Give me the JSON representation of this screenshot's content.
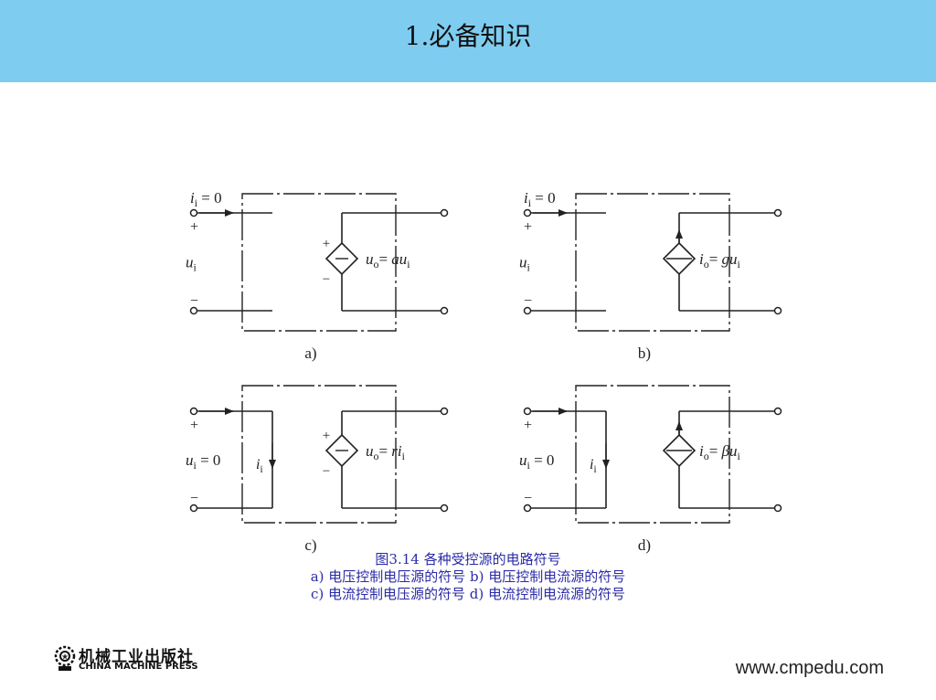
{
  "header": {
    "title": "1.必备知识",
    "color": "#7ecdf1"
  },
  "figure": {
    "panels": [
      {
        "id": "a",
        "label": "a)",
        "input": {
          "current": "i",
          "current_sub": "i",
          "current_eq": " = 0",
          "voltage": "u",
          "voltage_sub": "i",
          "voltage_eq": ""
        },
        "output": {
          "sym": "u",
          "sub": "o",
          "eq": "= ",
          "coef": "a",
          "var": "u",
          "var_sub": "i"
        }
      },
      {
        "id": "b",
        "label": "b)",
        "input": {
          "current": "i",
          "current_sub": "i",
          "current_eq": " = 0",
          "voltage": "u",
          "voltage_sub": "i",
          "voltage_eq": ""
        },
        "output": {
          "sym": "i",
          "sub": "o",
          "eq": "= ",
          "coef": "g",
          "var": "u",
          "var_sub": "i"
        }
      },
      {
        "id": "c",
        "label": "c)",
        "input": {
          "current": "",
          "current_sub": "",
          "current_eq": "",
          "voltage": "u",
          "voltage_sub": "i",
          "voltage_eq": " = 0",
          "inner_current": "i",
          "inner_current_sub": "i"
        },
        "output": {
          "sym": "u",
          "sub": "o",
          "eq": "= ",
          "coef": "r",
          "var": "i",
          "var_sub": "i"
        }
      },
      {
        "id": "d",
        "label": "d)",
        "input": {
          "current": "",
          "current_sub": "",
          "current_eq": "",
          "voltage": "u",
          "voltage_sub": "i",
          "voltage_eq": " = 0",
          "inner_current": "i",
          "inner_current_sub": "i"
        },
        "output": {
          "sym": "i",
          "sub": "o",
          "eq": "= ",
          "coef": "β",
          "var": "u",
          "var_sub": "i"
        }
      }
    ],
    "plus": "+",
    "minus": "−",
    "caption": {
      "line1": "图3.14    各种受控源的电路符号",
      "line2": "a) 电压控制电压源的符号    b) 电压控制电流源的符号",
      "line3": "c) 电流控制电压源的符号    d) 电流控制电流源的符号",
      "color": "#2a2aa8"
    }
  },
  "footer": {
    "publisher_cn": "机械工业出版社",
    "publisher_en": "CHINA MACHINE PRESS",
    "website": "www.cmpedu.com"
  }
}
